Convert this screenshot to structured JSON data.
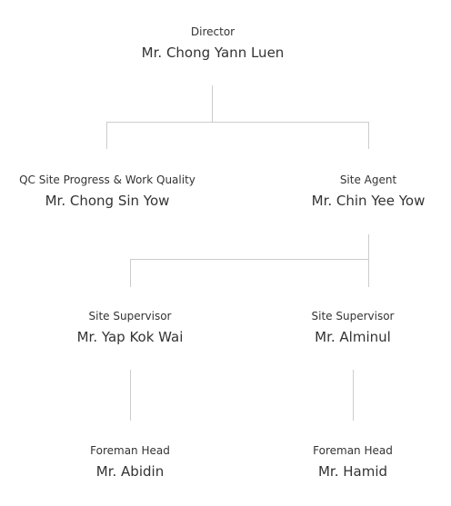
{
  "chart": {
    "director": {
      "role": "Director",
      "name": "Mr. Chong Yann Luen"
    },
    "qc": {
      "role": "QC Site Progress & Work Quality",
      "name": "Mr. Chong Sin Yow"
    },
    "site_agent": {
      "role": "Site Agent",
      "name": "Mr. Chin Yee Yow"
    },
    "supervisor_1": {
      "role": "Site Supervisor",
      "name": "Mr. Yap Kok Wai"
    },
    "supervisor_2": {
      "role": "Site Supervisor",
      "name": "Mr. Alminul"
    },
    "foreman_1": {
      "role": "Foreman Head",
      "name": "Mr. Abidin"
    },
    "foreman_2": {
      "role": "Foreman Head",
      "name": "Mr. Hamid"
    }
  },
  "colors": {
    "text": "#333333",
    "connector": "#cccccc"
  }
}
